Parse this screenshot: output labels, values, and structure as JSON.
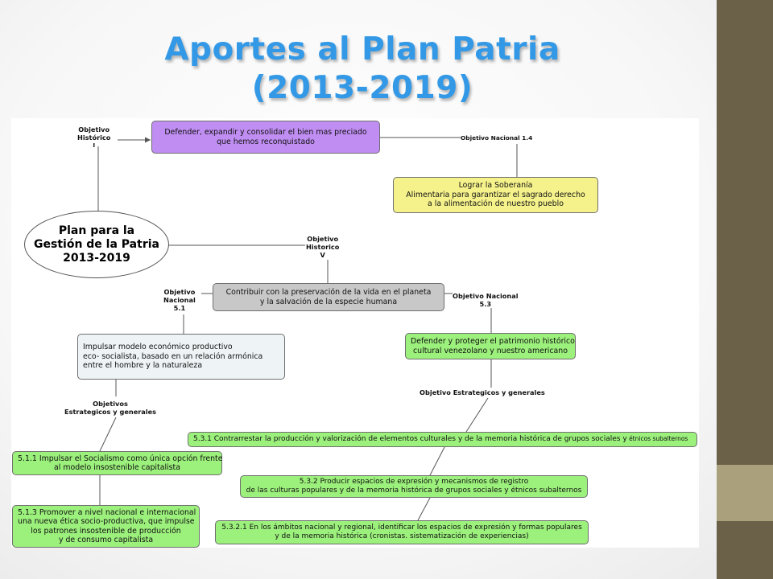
{
  "title": {
    "line1": "Aportes al Plan Patria",
    "line2": "(2013-2019)"
  },
  "colors": {
    "title": "#3399e6",
    "purple": "#c08ef2",
    "yellow": "#f5f28c",
    "gray": "#c8c8c8",
    "green": "#9cf07c",
    "sidebar": "#6b6148"
  },
  "map": {
    "center": {
      "line1": "Plan para la",
      "line2": "Gestión de la Patria",
      "line3": "2013-2019"
    },
    "labels": {
      "obj_hist_i": {
        "l1": "Objetivo",
        "l2": "Histórico",
        "l3": "I"
      },
      "obj_nac_14": "Objetivo Nacional 1.4",
      "obj_hist_v": {
        "l1": "Objetivo",
        "l2": "Historico",
        "l3": "V"
      },
      "obj_nac_51": {
        "l1": "Objetivo",
        "l2": "Nacional",
        "l3": "5.1"
      },
      "obj_nac_53": {
        "l1": "Objetivo Nacional",
        "l2": "5.3"
      },
      "obj_est_left": {
        "l1": "Objetivos",
        "l2": "Estrategicos y generales"
      },
      "obj_est_right": "Objetivo Estrategicos y generales"
    },
    "nodes": {
      "defender": {
        "l1": "Defender, expandir y consolidar el bien mas preciado",
        "l2": "que hemos reconquistado"
      },
      "soberania": {
        "l1": "Lograr la Soberanía",
        "l2": "Alimentaria para garantizar el sagrado derecho",
        "l3": "a la alimentación de nuestro pueblo"
      },
      "contribuir": {
        "l1": "Contribuir con la preservación de la vida en el planeta",
        "l2": "y la salvación de la especie humana"
      },
      "impulsar": {
        "l1": "Impulsar modelo económico productivo",
        "l2": "eco- socialista, basado en un relación armónica",
        "l3": "entre el hombre y la naturaleza"
      },
      "patrimonio": {
        "l1": "Defender y proteger el patrimonio histórico",
        "l2": "cultural venezolano y nuestro americano"
      },
      "n531": {
        "main": "5.3.1 Contrarrestar la producción y valorización de elementos culturales y de la memoria histórica de grupos sociales y",
        "tail": " étnicos subalternos"
      },
      "n511": {
        "l1": "5.1.1 Impulsar el Socialismo como única opción frente",
        "l2": "al modelo insostenible capitalista"
      },
      "n532": {
        "l1": "5.3.2 Producir espacios de expresión  y mecanismos de registro",
        "l2": "de las culturas populares y de la memoria histórica de grupos sociales y étnicos subalternos"
      },
      "n513": {
        "l1": "5.1.3 Promover  a nivel nacional e internacional",
        "l2": "una nueva ética socio-productiva, que impulse",
        "l3": "los patrones insostenible de producción",
        "l4": "y de consumo capitalista"
      },
      "n5321": {
        "l1": "5.3.2.1 En los ámbitos nacional y regional, identificar los espacios de expresión y formas populares",
        "l2": "y de la memoria histórica (cronistas. sistematización de experiencias)"
      }
    }
  }
}
